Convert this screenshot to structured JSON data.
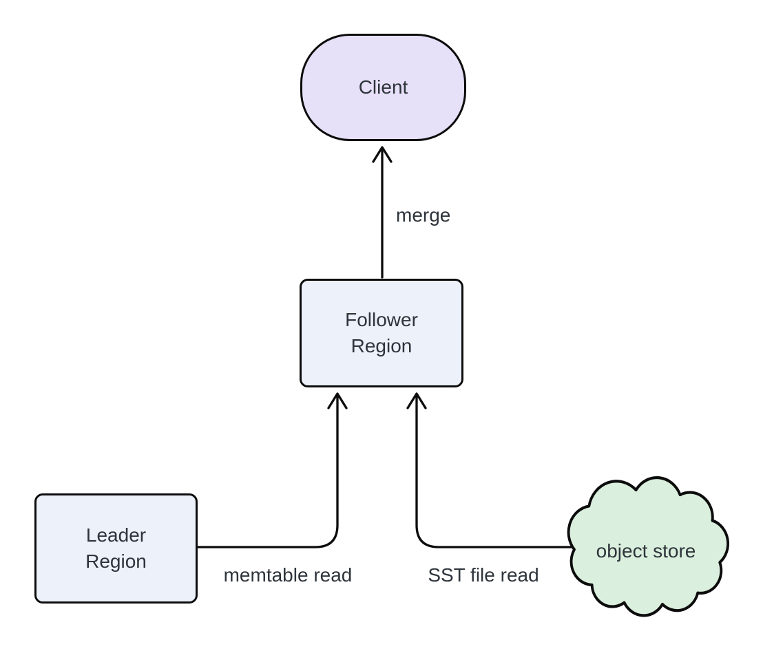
{
  "colors": {
    "background": "#ffffff",
    "stroke": "#0c0c0c",
    "text": "#2e343b",
    "client_fill": "#e6e0f8",
    "region_fill": "#edf1fa",
    "cloud_fill": "#daefdd"
  },
  "nodes": {
    "client": {
      "label": "Client",
      "shape": "stadium"
    },
    "follower_region": {
      "line1": "Follower",
      "line2": "Region",
      "shape": "rounded-rectangle"
    },
    "leader_region": {
      "line1": "Leader",
      "line2": "Region",
      "shape": "rounded-rectangle"
    },
    "object_store": {
      "label": "object store",
      "shape": "cloud"
    }
  },
  "edges": {
    "merge": {
      "from": "follower_region",
      "to": "client",
      "label": "merge"
    },
    "memtable_read": {
      "from": "leader_region",
      "to": "follower_region",
      "label": "memtable read"
    },
    "sst_file_read": {
      "from": "object_store",
      "to": "follower_region",
      "label": "SST file read"
    }
  }
}
